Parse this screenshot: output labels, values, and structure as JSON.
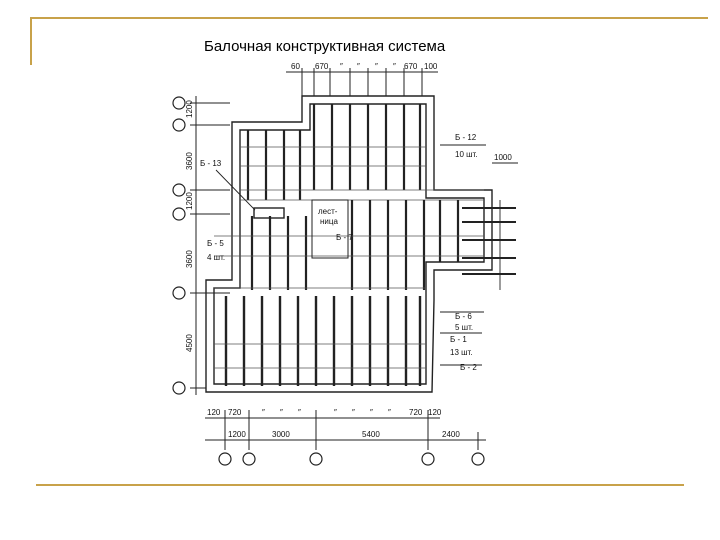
{
  "slide": {
    "title": "Балочная конструктивная система",
    "accent_color": "#c8a24a"
  },
  "plan": {
    "top_dims": [
      "60",
      "670",
      "″",
      "″",
      "″",
      "″",
      "670",
      "100"
    ],
    "left_dims": [
      "1200",
      "3600",
      "1200",
      "3600",
      "4500"
    ],
    "bottom_dims_row1": [
      "120",
      "720",
      "″",
      "″",
      "″",
      "″",
      "″",
      "″",
      "″",
      "720",
      "120"
    ],
    "bottom_dims_row2": [
      "1200",
      "3000",
      "5400",
      "2400"
    ],
    "right_dim": "1000",
    "stair_label_1": "лест-",
    "stair_label_2": "ница",
    "labels": {
      "b12": "Б - 12",
      "b12_count": "10 шт.",
      "b13": "Б - 13",
      "b7": "Б - 7",
      "b5": "Б - 5",
      "b5_count": "4 шт.",
      "b6": "Б - 6",
      "b6_count": "5 шт.",
      "b1": "Б - 1",
      "b1_count": "13 шт.",
      "b2": "Б - 2"
    }
  }
}
